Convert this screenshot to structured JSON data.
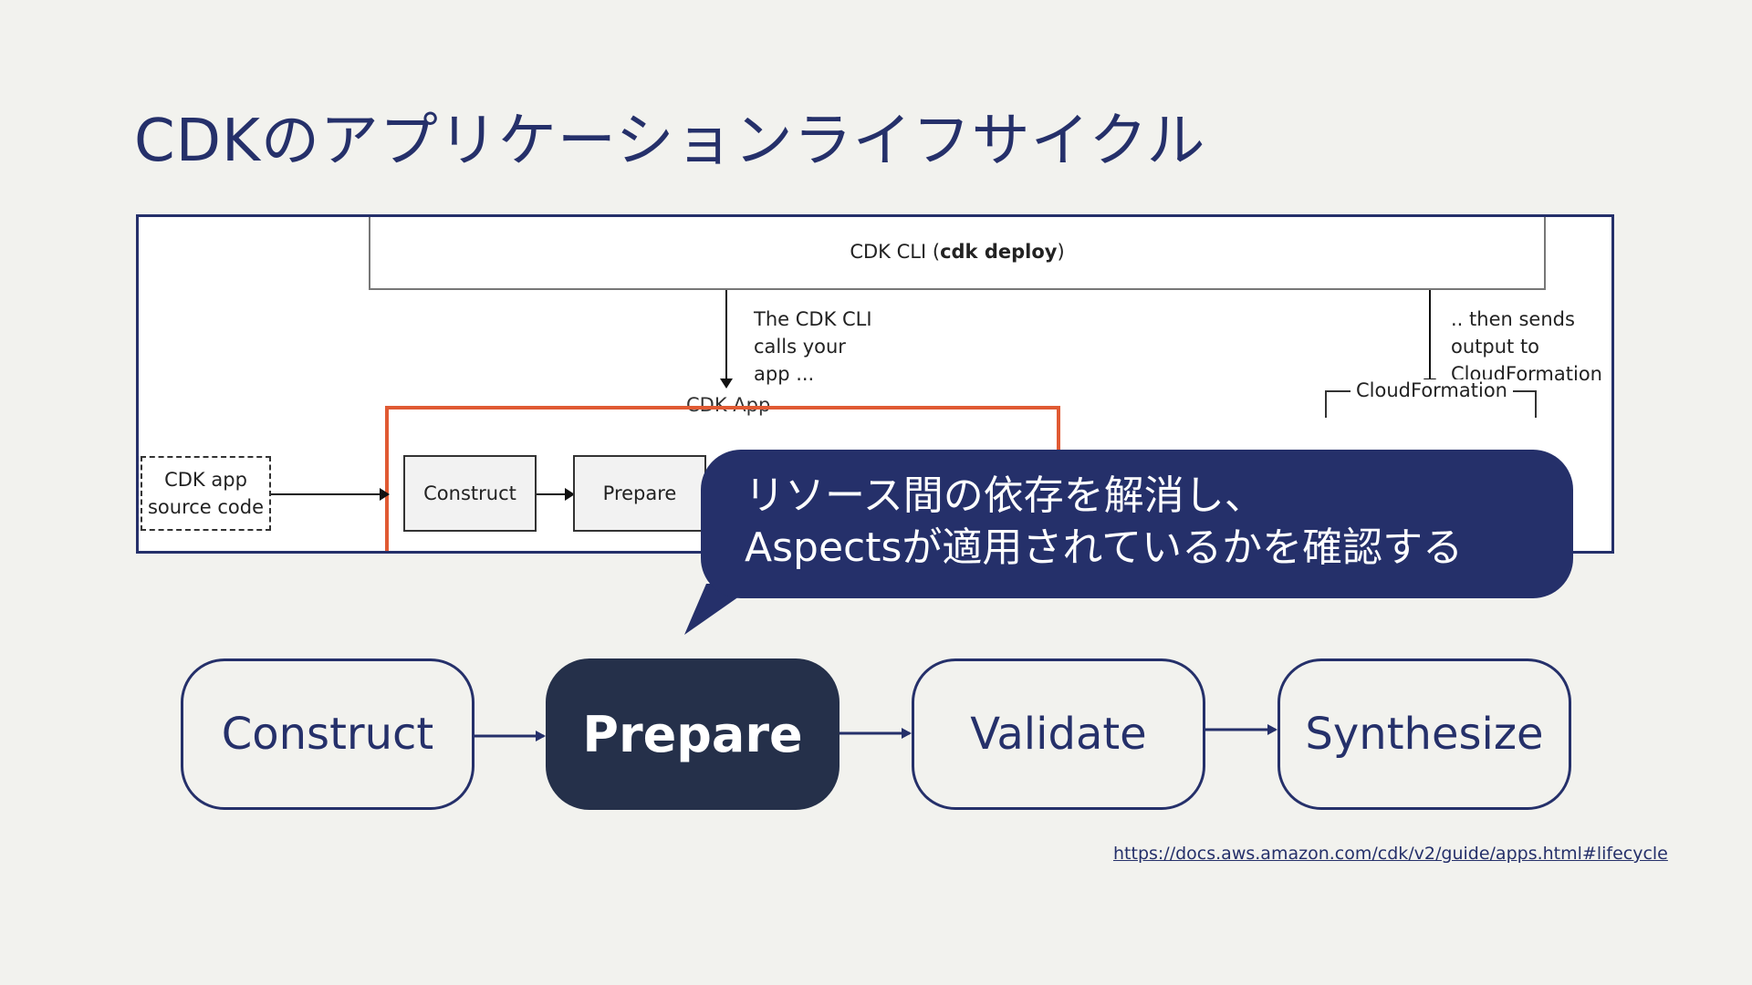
{
  "title": "CDKのアプリケーションライフサイクル",
  "diagram": {
    "cli_label_prefix": "CDK CLI (",
    "cli_label_command": "cdk deploy",
    "cli_label_suffix": ")",
    "note_left": [
      "The CDK CLI",
      "calls your",
      "app ..."
    ],
    "note_right": [
      ".. then sends",
      "output to",
      "CloudFormation"
    ],
    "app_label": "CDK App",
    "cloudformation_label": "CloudFormation",
    "source_box": [
      "CDK app",
      "source code"
    ],
    "construct_box": "Construct",
    "prepare_box": "Prepare"
  },
  "callout": {
    "line1": "リソース間の依存を解消し、",
    "line2": "Aspectsが適用されているかを確認する"
  },
  "steps": [
    {
      "label": "Construct",
      "active": false
    },
    {
      "label": "Prepare",
      "active": true
    },
    {
      "label": "Validate",
      "active": false
    },
    {
      "label": "Synthesize",
      "active": false
    }
  ],
  "source_link": "https://docs.aws.amazon.com/cdk/v2/guide/apps.html#lifecycle",
  "colors": {
    "background": "#f2f2ee",
    "navy": "#25306a",
    "active_step": "#25304a",
    "app_box_border": "#e05a33"
  }
}
